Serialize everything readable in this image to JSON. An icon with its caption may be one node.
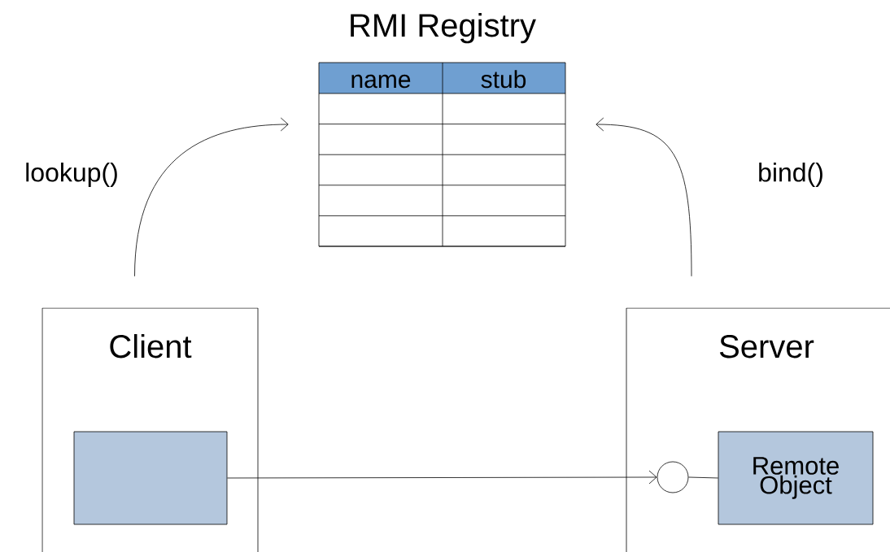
{
  "diagram": {
    "nodes": [
      {
        "text": [
          "RMI Registry"
        ]
      },
      {
        "text": [
          "Client"
        ]
      },
      {
        "text": [],
        "shape": "box",
        "in": 1
      },
      {
        "text": [
          "Server"
        ]
      },
      {
        "text": [],
        "shape": "circle",
        "in": 3
      },
      {
        "text": [
          "Remote Object"
        ],
        "in": 3
      }
    ],
    "edges": [
      {
        "from": 1,
        "to": 0,
        "arrow": "to",
        "label": "lookup()"
      },
      {
        "from": 3,
        "to": 0,
        "arrow": "to",
        "label": "bind()"
      },
      {
        "from": 2,
        "to": 4,
        "arrow": "to"
      },
      {
        "from": 4,
        "to": 5,
        "arrow": "none"
      }
    ],
    "labels": [
      "name",
      "stub"
    ]
  }
}
